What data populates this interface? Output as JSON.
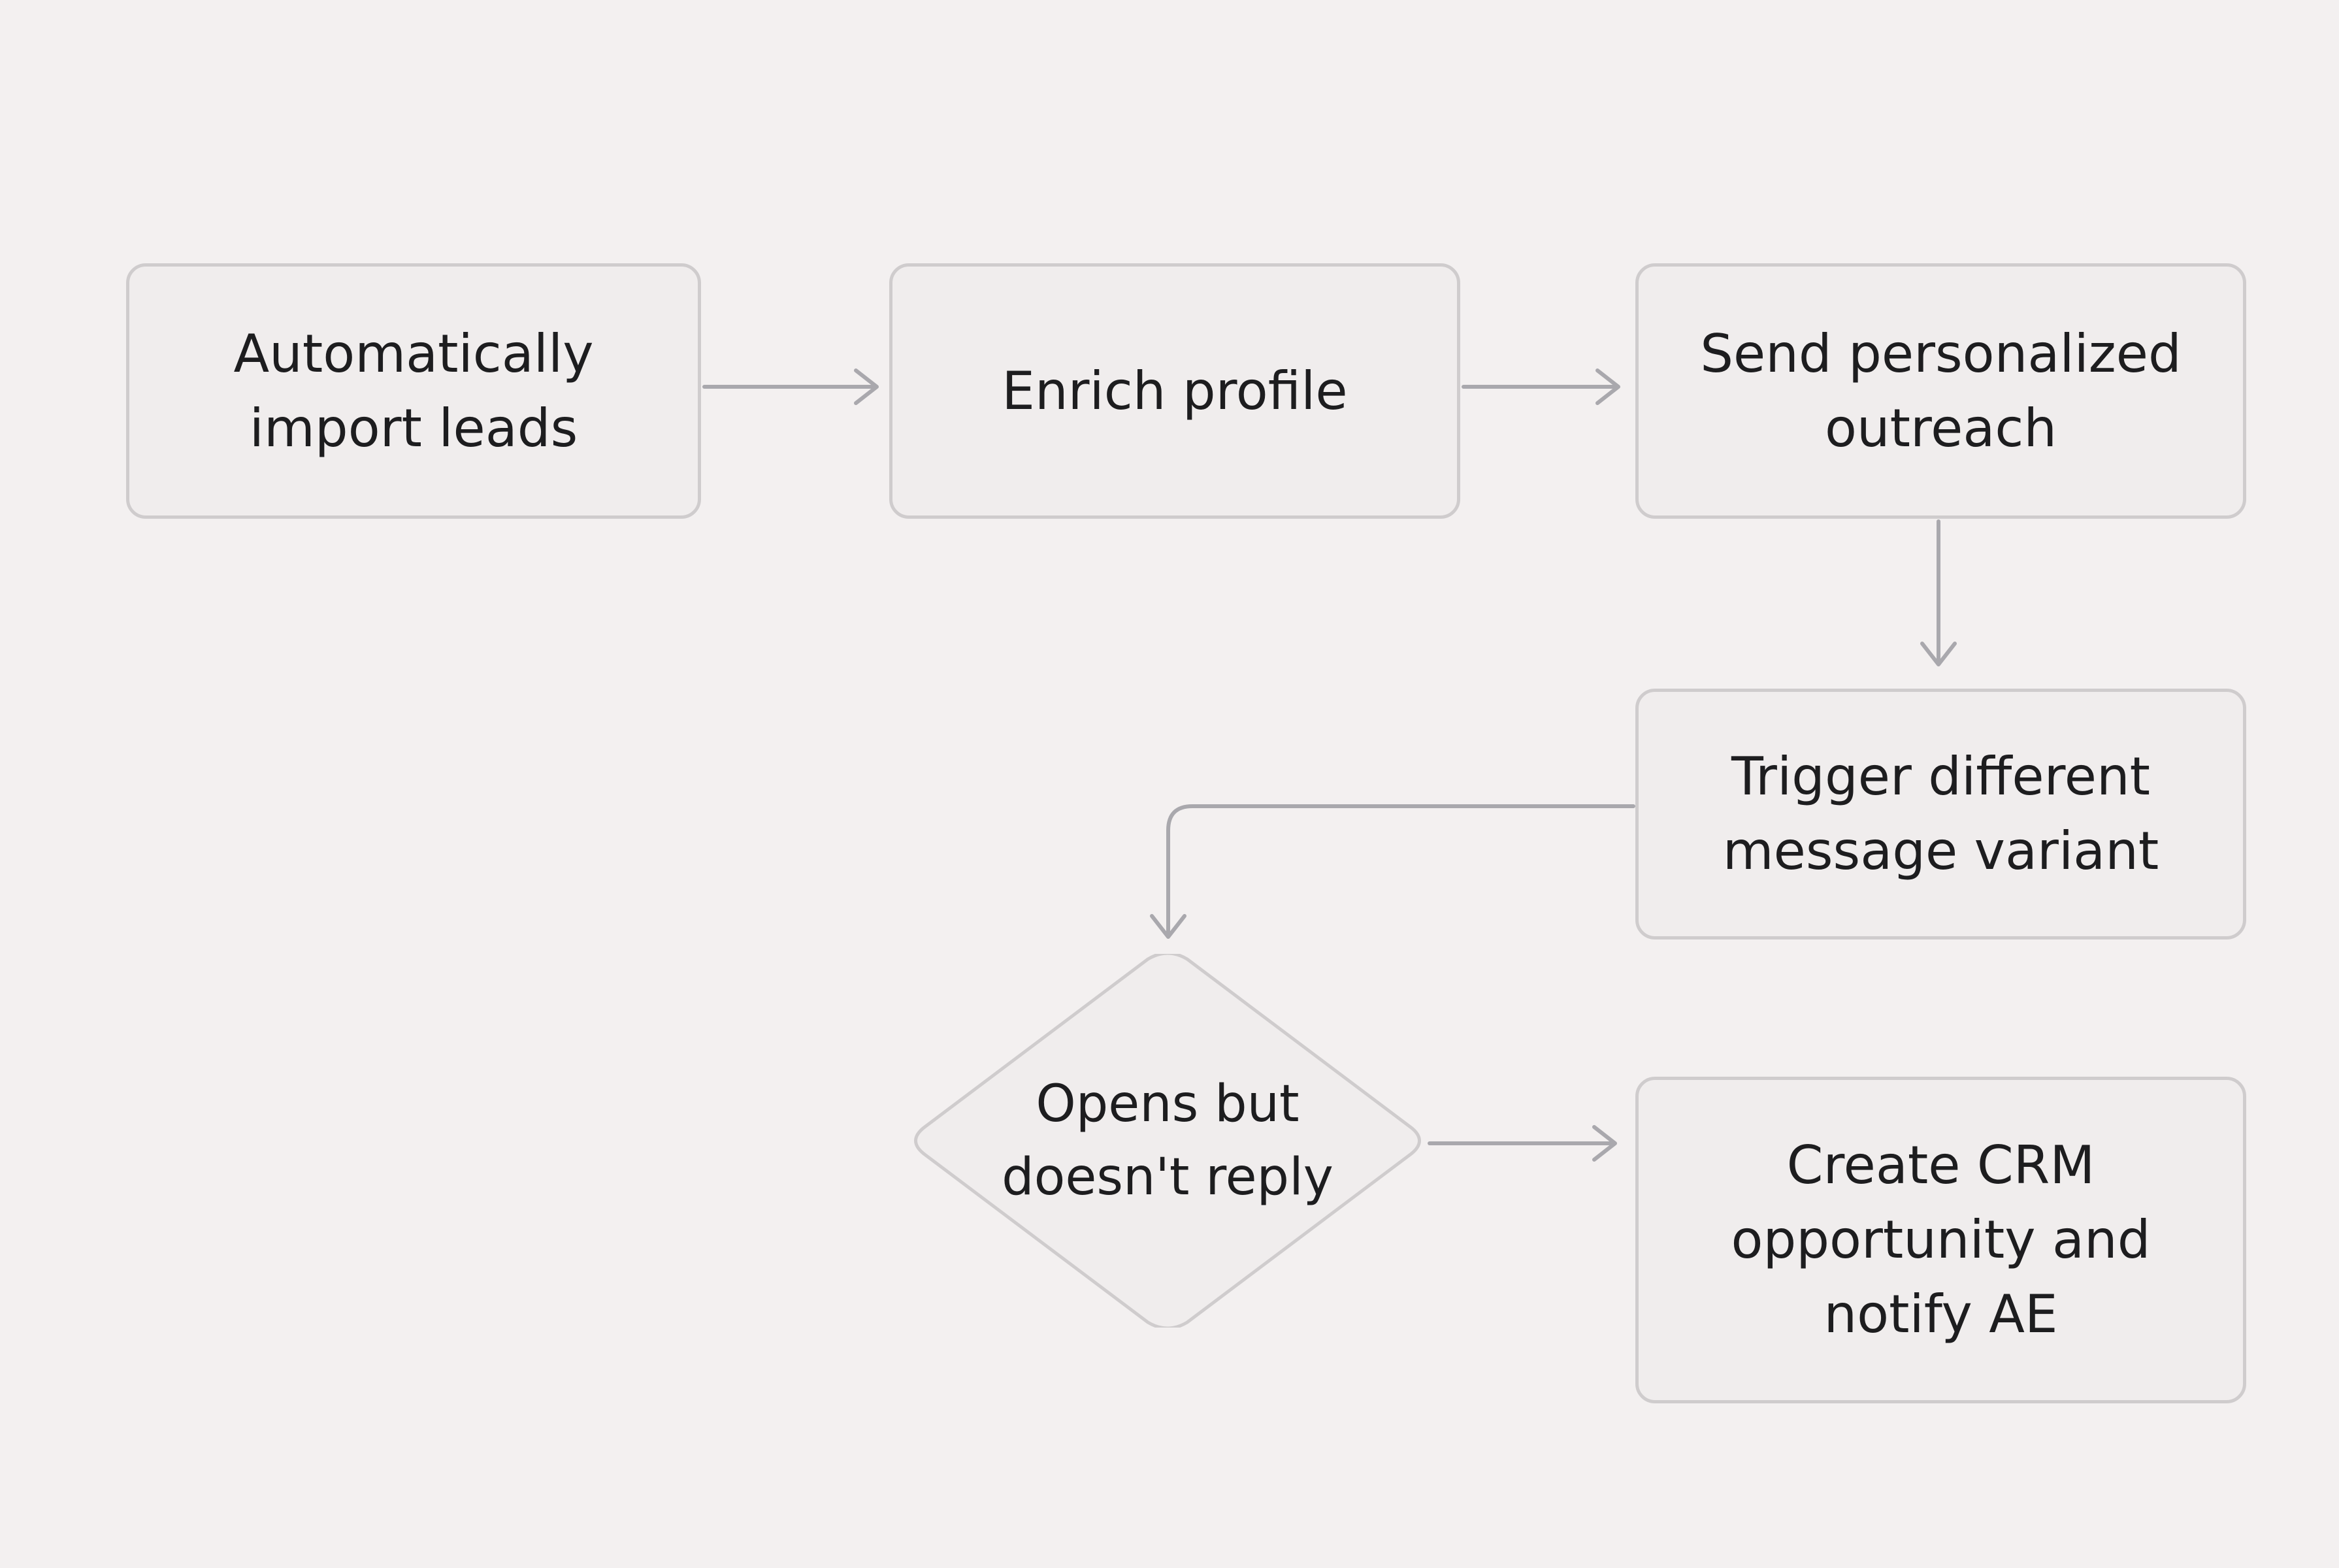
{
  "diagram": {
    "nodes": [
      {
        "id": "n1",
        "shape": "rounded-rect",
        "lines": [
          "Automatically",
          "import leads"
        ]
      },
      {
        "id": "n2",
        "shape": "rounded-rect",
        "lines": [
          "Enrich profile"
        ]
      },
      {
        "id": "n3",
        "shape": "rounded-rect",
        "lines": [
          "Send personalized",
          "outreach"
        ]
      },
      {
        "id": "n4",
        "shape": "rounded-rect",
        "lines": [
          "Trigger different",
          "message variant"
        ]
      },
      {
        "id": "n5",
        "shape": "diamond",
        "lines": [
          "Opens but",
          "doesn't reply"
        ]
      },
      {
        "id": "n6",
        "shape": "rounded-rect",
        "lines": [
          "Create CRM",
          "opportunity and",
          "notify AE"
        ]
      }
    ],
    "edges": [
      {
        "from": "n1",
        "to": "n2"
      },
      {
        "from": "n2",
        "to": "n3"
      },
      {
        "from": "n3",
        "to": "n4"
      },
      {
        "from": "n4",
        "to": "n5"
      },
      {
        "from": "n5",
        "to": "n6"
      }
    ],
    "colors": {
      "background": "#f3f0f0",
      "node_fill": "#f0eded",
      "node_border": "#cfcccd",
      "connector": "#a9a8ad",
      "text": "#1d1d1f"
    }
  }
}
